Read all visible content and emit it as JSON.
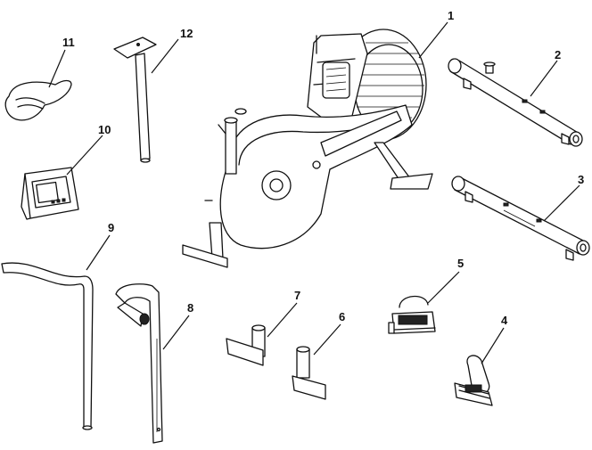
{
  "parts": [
    {
      "number": "1",
      "part": "main-frame"
    },
    {
      "number": "2",
      "part": "front-stabilizer"
    },
    {
      "number": "3",
      "part": "rear-stabilizer"
    },
    {
      "number": "4",
      "part": "right-pedal"
    },
    {
      "number": "5",
      "part": "left-pedal"
    },
    {
      "number": "6",
      "part": "right-arm-mount"
    },
    {
      "number": "7",
      "part": "left-arm-mount"
    },
    {
      "number": "8",
      "part": "right-handlebar-arm"
    },
    {
      "number": "9",
      "part": "center-handlebar"
    },
    {
      "number": "10",
      "part": "console"
    },
    {
      "number": "11",
      "part": "seat"
    },
    {
      "number": "12",
      "part": "seat-post"
    }
  ],
  "colors": {
    "line": "#111111",
    "background": "#ffffff"
  }
}
